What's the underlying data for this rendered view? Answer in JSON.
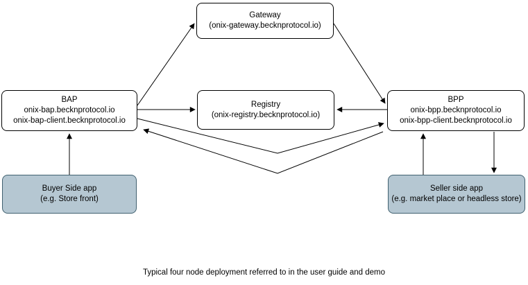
{
  "caption": "Typical four node deployment referred to in the user guide and demo",
  "colors": {
    "background": "#ffffff",
    "node_fill": "#ffffff",
    "node_border": "#000000",
    "app_fill": "#b5c7d2",
    "app_border": "#40606f",
    "arrow": "#000000"
  },
  "nodes": {
    "gateway": {
      "title": "Gateway",
      "lines": [
        "(onix-gateway.becknprotocol.io)"
      ]
    },
    "bap": {
      "title": "BAP",
      "lines": [
        "onix-bap.becknprotocol.io",
        "onix-bap-client.becknprotocol.io"
      ]
    },
    "registry": {
      "title": "Registry",
      "lines": [
        "(onix-registry.becknprotocol.io)"
      ]
    },
    "bpp": {
      "title": "BPP",
      "lines": [
        "onix-bpp.becknprotocol.io",
        "onix-bpp-client.becknprotocol.io"
      ]
    },
    "buyer_app": {
      "title": "Buyer Side app",
      "lines": [
        "(e.g. Store front)"
      ]
    },
    "seller_app": {
      "title": "Seller side app",
      "lines": [
        "(e.g. market place or headless store)"
      ]
    }
  },
  "edges": [
    {
      "from": "bap",
      "to": "gateway",
      "arrowhead": "to"
    },
    {
      "from": "gateway",
      "to": "bpp",
      "arrowhead": "to"
    },
    {
      "from": "bap",
      "to": "registry",
      "arrowhead": "to"
    },
    {
      "from": "bpp",
      "to": "registry",
      "arrowhead": "to"
    },
    {
      "from": "bap",
      "to": "bpp",
      "arrowhead": "to",
      "style": "v-shaped"
    },
    {
      "from": "bpp",
      "to": "bap",
      "arrowhead": "to",
      "style": "v-shaped"
    },
    {
      "from": "buyer_app",
      "to": "bap",
      "arrowhead": "to"
    },
    {
      "from": "seller_app",
      "to": "bpp",
      "arrowhead": "to"
    },
    {
      "from": "bpp",
      "to": "seller_app",
      "arrowhead": "to"
    }
  ]
}
